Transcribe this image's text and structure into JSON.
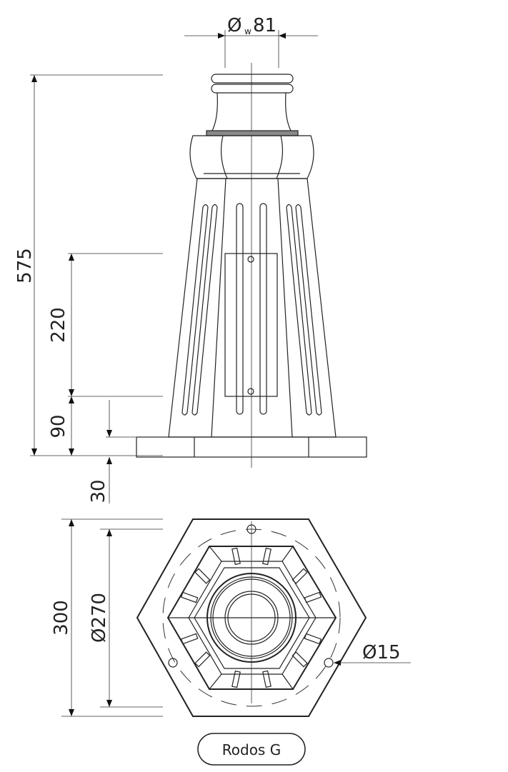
{
  "dimensions": {
    "top_diameter_symbol": "Ø",
    "top_diameter_subscript": "w",
    "top_diameter_value": "81",
    "total_height": "575",
    "door_height": "220",
    "door_offset": "90",
    "base_thickness": "30",
    "base_width": "300",
    "bolt_circle": "Ø270",
    "hole_diameter": "Ø15"
  },
  "product_label": "Rodos G",
  "colors": {
    "line": "#222222",
    "background": "#ffffff"
  }
}
